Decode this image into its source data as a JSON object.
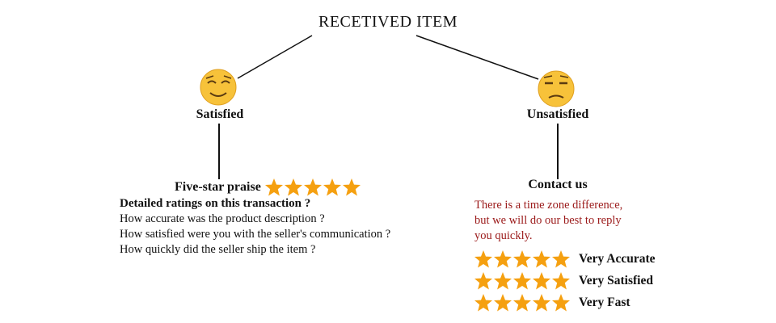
{
  "title": "RECETIVED ITEM",
  "left": {
    "emoji": "smiling-face-icon",
    "label": "Satisfied",
    "heading": "Five-star praise",
    "heading_stars": 5,
    "subheading": "Detailed ratings on this transaction ?",
    "questions": [
      "How accurate was the product  description ?",
      "How satisfied were you with the seller's communication ?",
      "How quickly did the seller ship the item ?"
    ]
  },
  "right": {
    "emoji": "unamused-face-icon",
    "label": "Unsatisfied",
    "heading": "Contact us",
    "note_lines": [
      "There is a time zone difference,",
      "but we will do our best to reply",
      "you quickly."
    ],
    "ratings": [
      {
        "stars": 5,
        "label": "Very Accurate"
      },
      {
        "stars": 5,
        "label": "Very Satisfied"
      },
      {
        "stars": 5,
        "label": "Very Fast"
      }
    ]
  },
  "colors": {
    "star": "#f5a010",
    "note": "#9b1a1a",
    "emoji": "#f7c23a"
  }
}
